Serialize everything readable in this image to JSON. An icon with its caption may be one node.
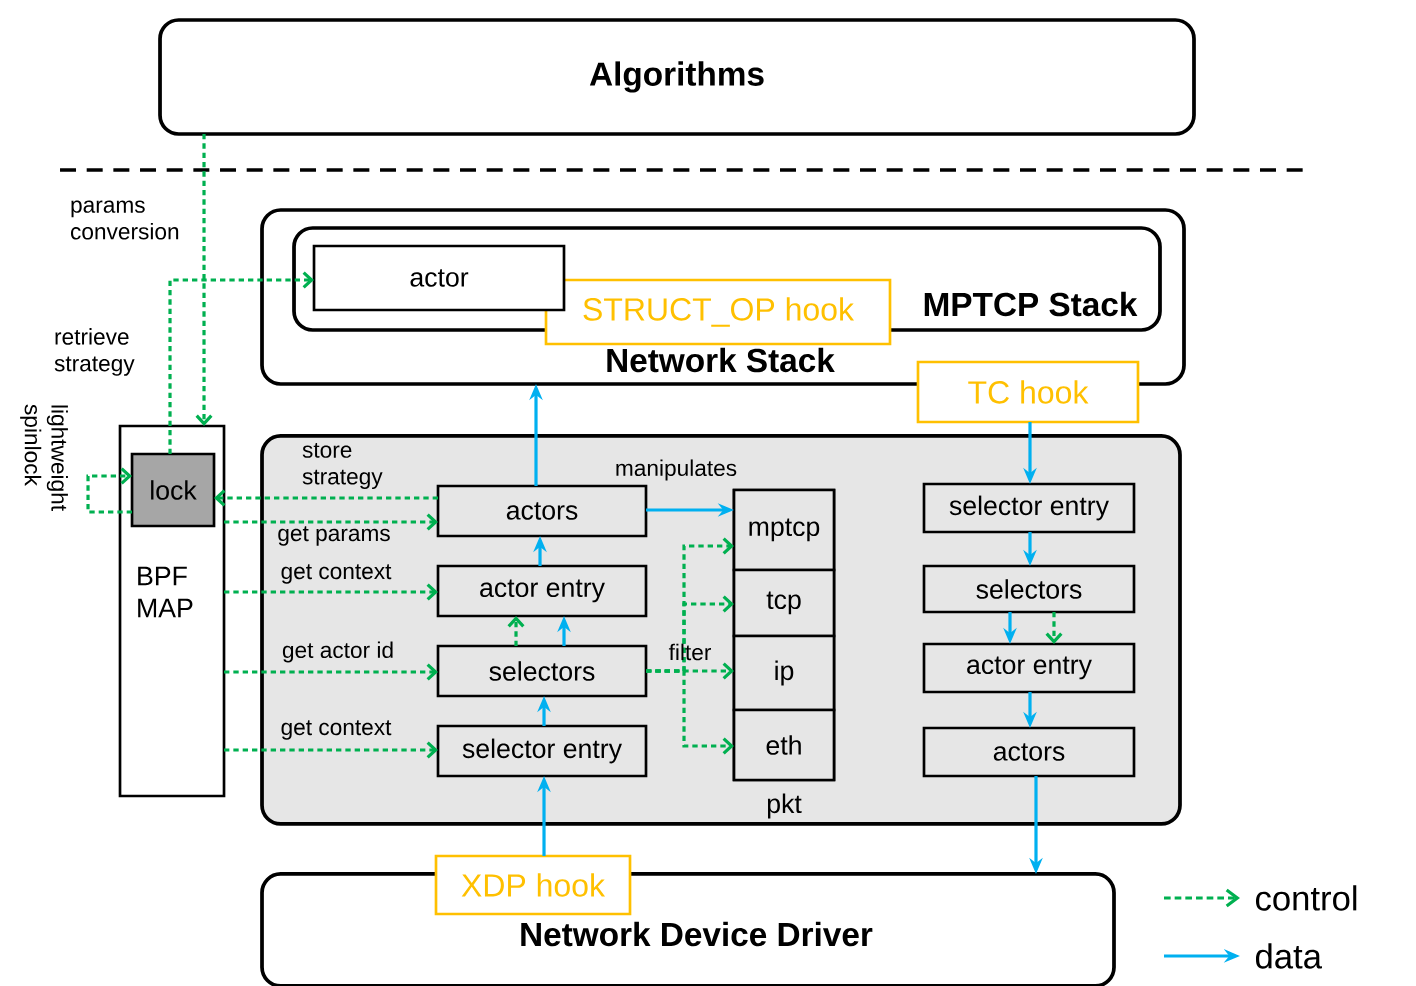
{
  "diagram": {
    "nodes": [
      {
        "text": [
          "Algorithms"
        ]
      },
      {
        "text": [
          "Network Stack"
        ]
      },
      {
        "text": [
          "MPTCP Stack"
        ],
        "in": 1
      },
      {
        "text": [
          "actor"
        ],
        "in": 2
      },
      {
        "text": [
          "STRUCT_OP hook"
        ],
        "in": 1
      },
      {
        "text": [
          "TC hook"
        ]
      },
      {
        "text": [
          "BPF MAP"
        ]
      },
      {
        "text": [
          "lock"
        ],
        "in": 6
      },
      {
        "text": [],
        "shape": "box"
      },
      {
        "text": [
          "actors"
        ],
        "in": 8
      },
      {
        "text": [
          "actor entry"
        ],
        "in": 8
      },
      {
        "text": [
          "selectors"
        ],
        "in": 8
      },
      {
        "text": [
          "selector entry"
        ],
        "in": 8
      },
      {
        "text": [
          "pkt"
        ],
        "in": 8
      },
      {
        "text": [
          "mptcp"
        ],
        "in": 13
      },
      {
        "text": [
          "tcp"
        ],
        "in": 13
      },
      {
        "text": [
          "ip"
        ],
        "in": 13
      },
      {
        "text": [
          "eth"
        ],
        "in": 13
      },
      {
        "text": [
          "selector entry"
        ],
        "in": 8
      },
      {
        "text": [
          "selectors"
        ],
        "in": 8
      },
      {
        "text": [
          "actor entry"
        ],
        "in": 8
      },
      {
        "text": [
          "actors"
        ],
        "in": 8
      },
      {
        "text": [
          "XDP hook"
        ]
      },
      {
        "text": [
          "Network Device Driver"
        ]
      }
    ],
    "edges": [
      {
        "from": 0,
        "to": 6,
        "arrow": "to",
        "style": "dashed",
        "label": "params conversion"
      },
      {
        "from": 7,
        "to": 3,
        "arrow": "to",
        "style": "dashed",
        "label": "retrieve strategy"
      },
      {
        "from": 7,
        "to": 7,
        "arrow": "to",
        "style": "dashed",
        "label": "lightweight spinlock"
      },
      {
        "from": 9,
        "to": 7,
        "arrow": "to",
        "style": "dashed",
        "label": "store strategy"
      },
      {
        "from": 6,
        "to": 9,
        "arrow": "to",
        "style": "dashed",
        "label": "get params"
      },
      {
        "from": 6,
        "to": 10,
        "arrow": "to",
        "style": "dashed",
        "label": "get context"
      },
      {
        "from": 6,
        "to": 11,
        "arrow": "to",
        "style": "dashed",
        "label": "get actor id"
      },
      {
        "from": 6,
        "to": 12,
        "arrow": "to",
        "style": "dashed",
        "label": "get context"
      },
      {
        "from": 11,
        "to": 14,
        "arrow": "to",
        "style": "dashed"
      },
      {
        "from": 11,
        "to": 15,
        "arrow": "to",
        "style": "dashed"
      },
      {
        "from": 11,
        "to": 16,
        "arrow": "to",
        "style": "dashed",
        "label": "filter"
      },
      {
        "from": 11,
        "to": 17,
        "arrow": "to",
        "style": "dashed"
      },
      {
        "from": 11,
        "to": 10,
        "arrow": "to",
        "style": "dashed"
      },
      {
        "from": 19,
        "to": 20,
        "arrow": "to",
        "style": "dashed"
      },
      {
        "from": 9,
        "to": 1,
        "arrow": "to",
        "color": "#00b0f0"
      },
      {
        "from": 9,
        "to": 14,
        "arrow": "to",
        "color": "#00b0f0",
        "label": "manipulates"
      },
      {
        "from": 10,
        "to": 9,
        "arrow": "to",
        "color": "#00b0f0"
      },
      {
        "from": 11,
        "to": 10,
        "arrow": "to",
        "color": "#00b0f0"
      },
      {
        "from": 12,
        "to": 11,
        "arrow": "to",
        "color": "#00b0f0"
      },
      {
        "from": 22,
        "to": 12,
        "arrow": "to",
        "color": "#00b0f0"
      },
      {
        "from": 5,
        "to": 18,
        "arrow": "to",
        "color": "#00b0f0"
      },
      {
        "from": 18,
        "to": 19,
        "arrow": "to",
        "color": "#00b0f0"
      },
      {
        "from": 19,
        "to": 20,
        "arrow": "to",
        "color": "#00b0f0"
      },
      {
        "from": 20,
        "to": 21,
        "arrow": "to",
        "color": "#00b0f0"
      },
      {
        "from": 21,
        "to": 23,
        "arrow": "to",
        "color": "#00b0f0"
      }
    ],
    "legend": [
      {
        "text": "control"
      },
      {
        "text": "data"
      }
    ]
  }
}
